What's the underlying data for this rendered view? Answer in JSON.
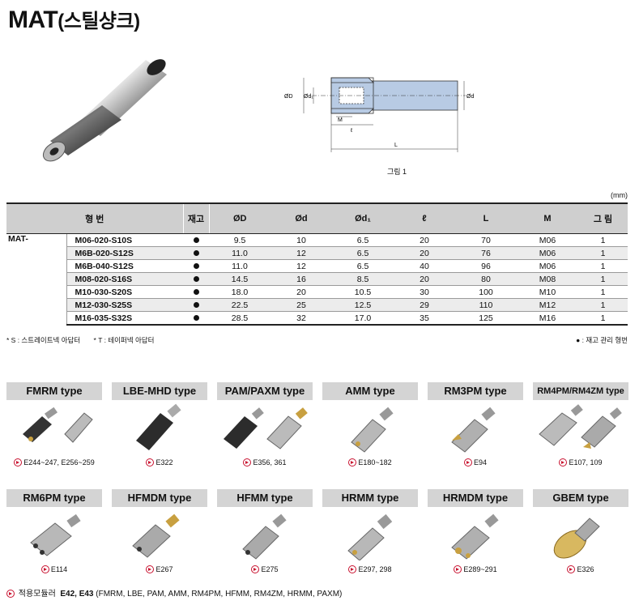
{
  "title": {
    "main": "MAT",
    "sub": "(스틸샹크)"
  },
  "drawing": {
    "labels": {
      "od_big": "ØD",
      "od1": "Ød₁",
      "od": "Ød",
      "m": "M",
      "l_small": "ℓ",
      "l_big": "L"
    },
    "caption": "그림 1"
  },
  "unit": "(mm)",
  "table": {
    "headers": {
      "model": "형 번",
      "stock": "재고",
      "dD": "ØD",
      "d": "Ød",
      "d1": "Ød₁",
      "l": "ℓ",
      "L": "L",
      "M": "M",
      "fig": "그 림"
    },
    "series": "MAT-",
    "rows": [
      {
        "model": "M06-020-S10S",
        "D": "9.5",
        "d": "10",
        "d1": "6.5",
        "l": "20",
        "L": "70",
        "M": "M06",
        "fig": "1"
      },
      {
        "model": "M6B-020-S12S",
        "D": "11.0",
        "d": "12",
        "d1": "6.5",
        "l": "20",
        "L": "76",
        "M": "M06",
        "fig": "1"
      },
      {
        "model": "M6B-040-S12S",
        "D": "11.0",
        "d": "12",
        "d1": "6.5",
        "l": "40",
        "L": "96",
        "M": "M06",
        "fig": "1"
      },
      {
        "model": "M08-020-S16S",
        "D": "14.5",
        "d": "16",
        "d1": "8.5",
        "l": "20",
        "L": "80",
        "M": "M08",
        "fig": "1"
      },
      {
        "model": "M10-030-S20S",
        "D": "18.0",
        "d": "20",
        "d1": "10.5",
        "l": "30",
        "L": "100",
        "M": "M10",
        "fig": "1"
      },
      {
        "model": "M12-030-S25S",
        "D": "22.5",
        "d": "25",
        "d1": "12.5",
        "l": "29",
        "L": "110",
        "M": "M12",
        "fig": "1"
      },
      {
        "model": "M16-035-S32S",
        "D": "28.5",
        "d": "32",
        "d1": "17.0",
        "l": "35",
        "L": "125",
        "M": "M16",
        "fig": "1"
      }
    ]
  },
  "notes": {
    "s": "* S : 스트레이트넥 아답터",
    "t": "* T : 테이퍼넥 아답터",
    "stock": "● : 재고 관리 형번"
  },
  "types": [
    {
      "name": "FMRM type",
      "ref": "E244~247, E256~259"
    },
    {
      "name": "LBE-MHD type",
      "ref": "E322"
    },
    {
      "name": "PAM/PAXM type",
      "ref": "E356, 361"
    },
    {
      "name": "AMM type",
      "ref": "E180~182"
    },
    {
      "name": "RM3PM type",
      "ref": "E94"
    },
    {
      "name": "RM4PM/RM4ZM type",
      "ref": "E107, 109"
    },
    {
      "name": "RM6PM type",
      "ref": "E114"
    },
    {
      "name": "HFMDM type",
      "ref": "E267"
    },
    {
      "name": "HFMM type",
      "ref": "E275"
    },
    {
      "name": "HRMM type",
      "ref": "E297, 298"
    },
    {
      "name": "HRMDM type",
      "ref": "E289~291"
    },
    {
      "name": "GBEM type",
      "ref": "E326"
    }
  ],
  "footer": {
    "label": "적용모듈러",
    "codes": "E42, E43",
    "list": "(FMRM, LBE, PAM, AMM, RM4PM, HFMM, RM4ZM, HRMM, PAXM)"
  },
  "colors": {
    "header_bg": "#cfcfcf",
    "row_alt": "#ececec",
    "ref_red": "#c8102e",
    "drawing_blue": "#b8cbe4"
  }
}
